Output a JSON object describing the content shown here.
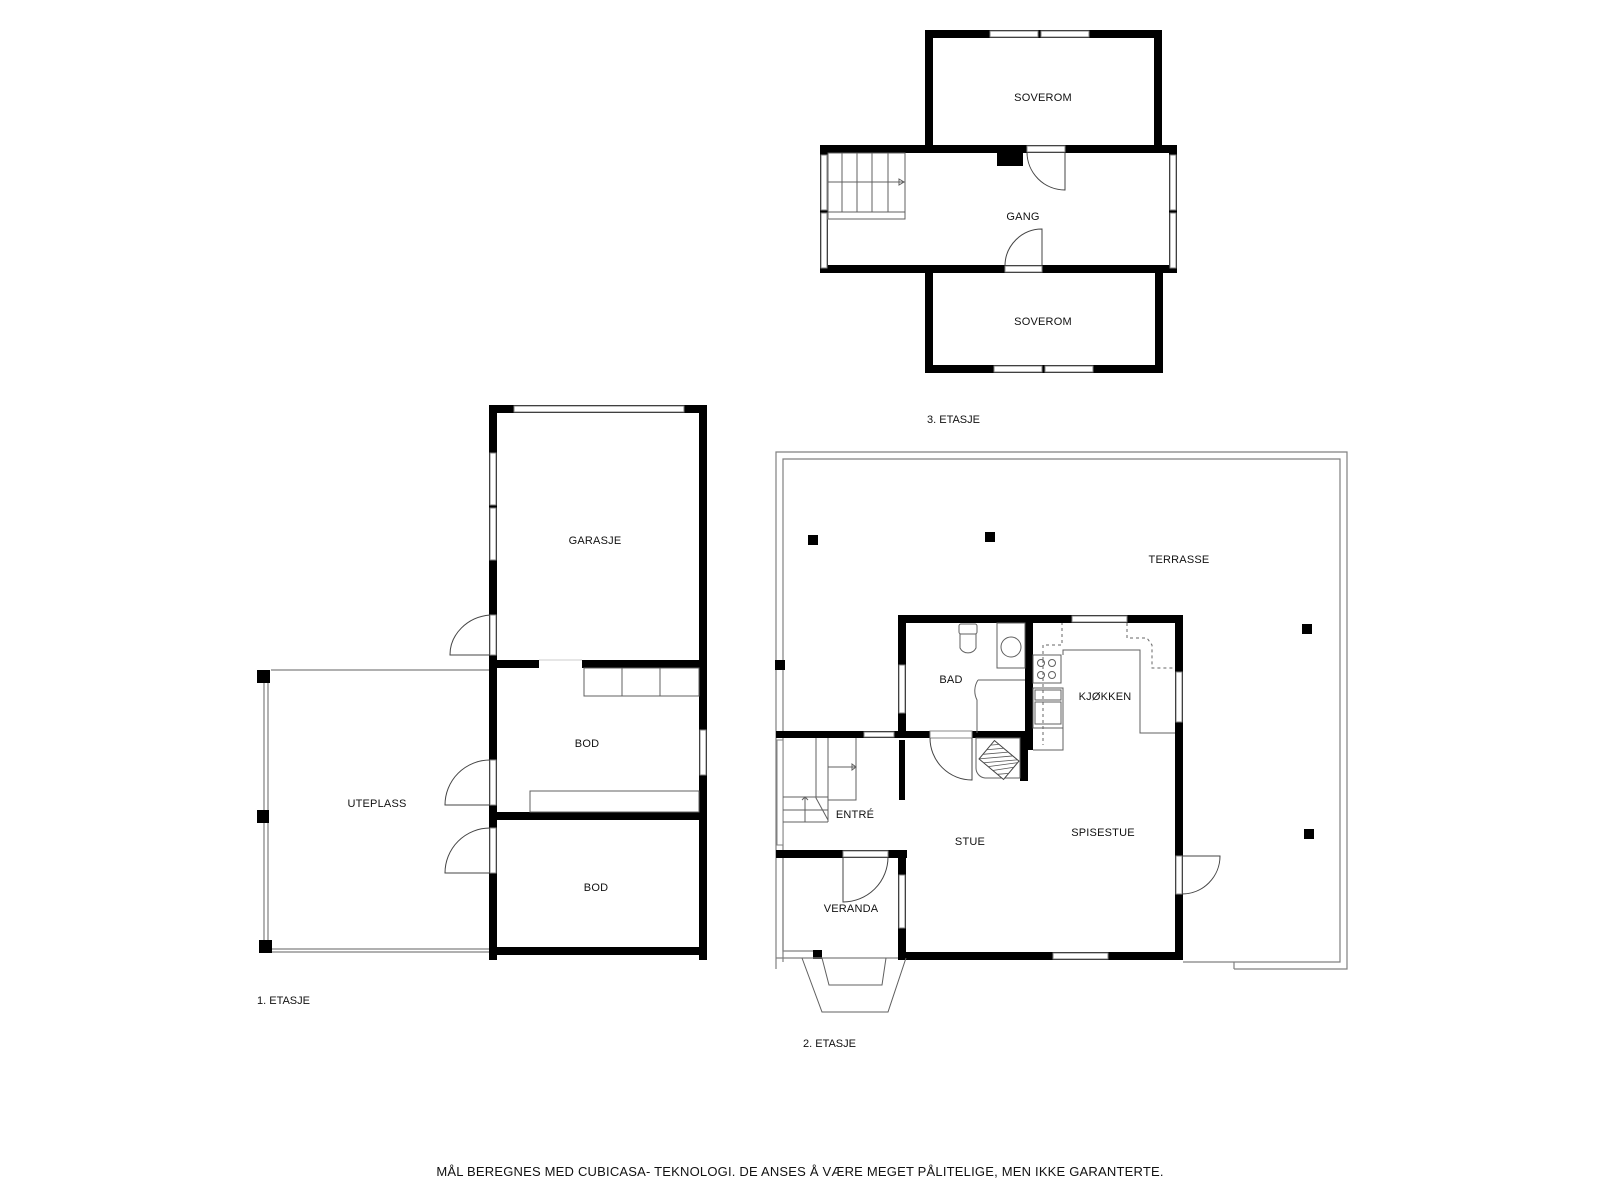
{
  "floors": [
    {
      "name": "1. ETASJE",
      "rooms": [
        {
          "id": "garasje",
          "label": "GARASJE"
        },
        {
          "id": "bod1",
          "label": "BOD"
        },
        {
          "id": "bod2",
          "label": "BOD"
        },
        {
          "id": "uteplass",
          "label": "UTEPLASS"
        }
      ]
    },
    {
      "name": "2. ETASJE",
      "rooms": [
        {
          "id": "terrasse",
          "label": "TERRASSE"
        },
        {
          "id": "bad",
          "label": "BAD"
        },
        {
          "id": "kjokken",
          "label": "KJØKKEN"
        },
        {
          "id": "entre",
          "label": "ENTRÉ"
        },
        {
          "id": "stue",
          "label": "STUE"
        },
        {
          "id": "spisestue",
          "label": "SPISESTUE"
        },
        {
          "id": "veranda",
          "label": "VERANDA"
        }
      ]
    },
    {
      "name": "3. ETASJE",
      "rooms": [
        {
          "id": "soverom1",
          "label": "SOVEROM"
        },
        {
          "id": "gang",
          "label": "GANG"
        },
        {
          "id": "soverom2",
          "label": "SOVEROM"
        }
      ]
    }
  ],
  "disclaimer": "MÅL BEREGNES MED CUBICASA- TEKNOLOGI. DE ANSES Å VÆRE MEGET PÅLITELIGE, MEN IKKE GARANTERTE.",
  "colors": {
    "wall": "#000000",
    "thin_line": "#808080",
    "background": "#ffffff"
  }
}
